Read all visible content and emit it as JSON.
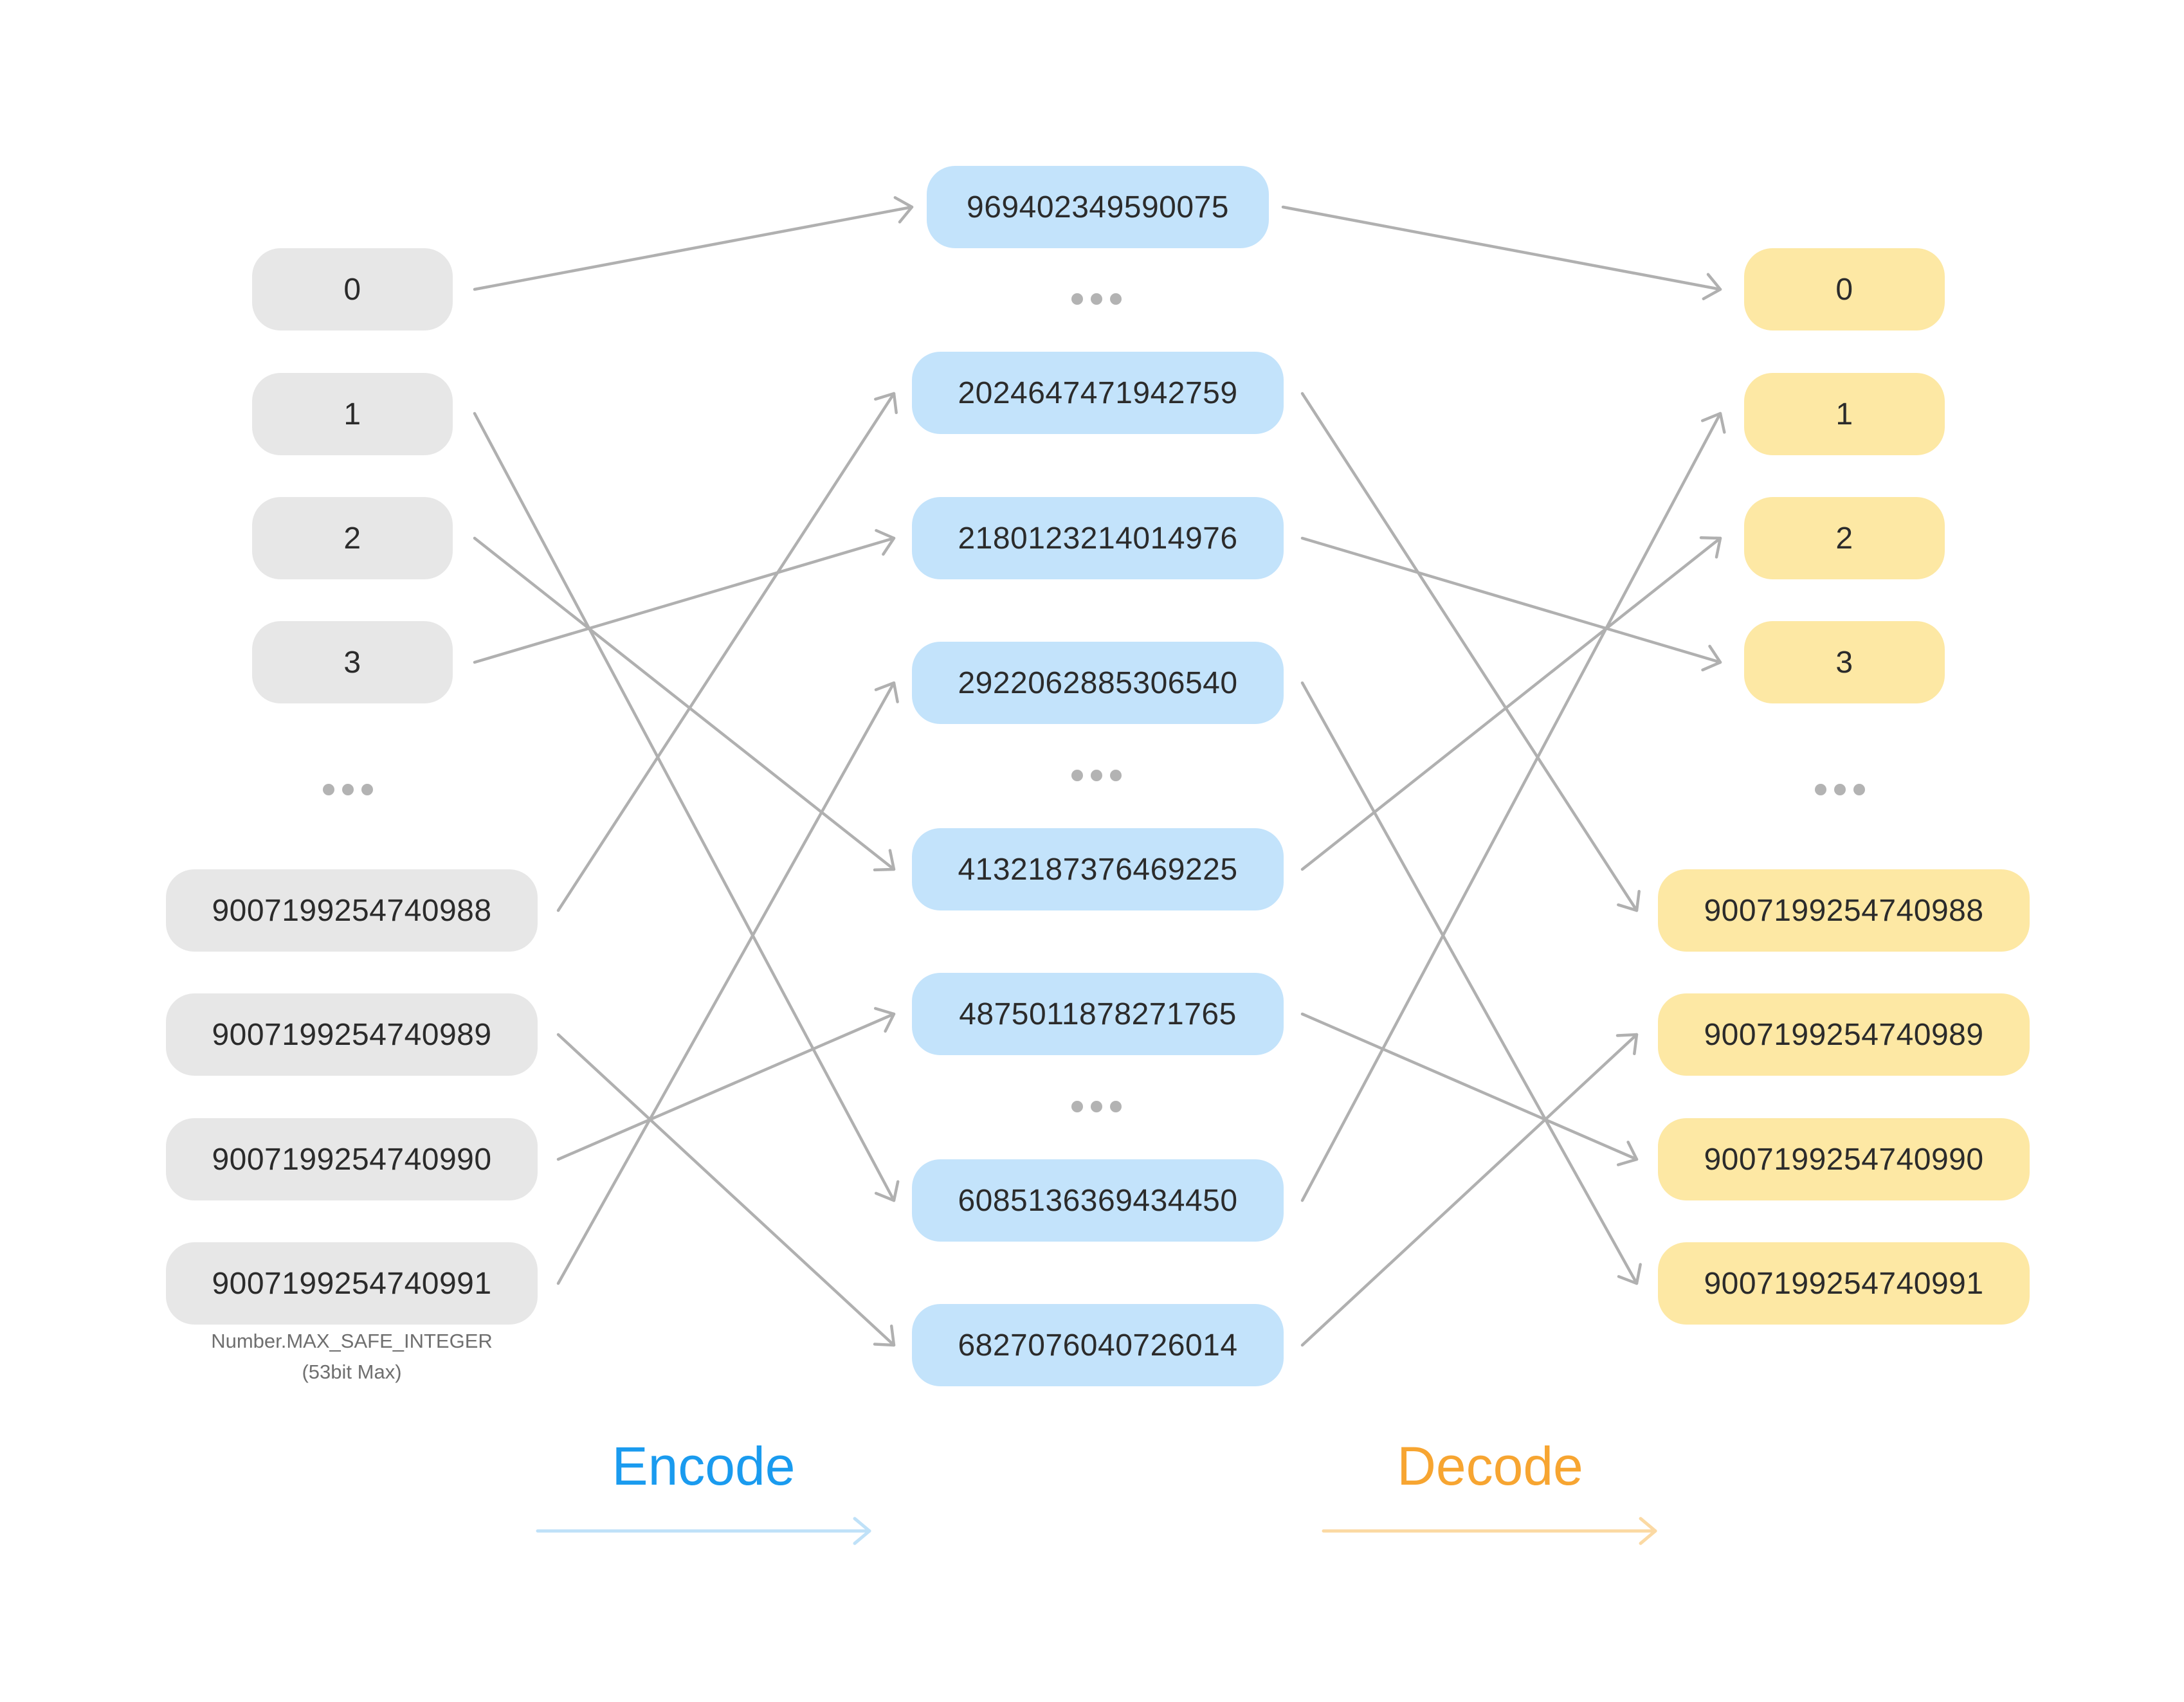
{
  "inputs": [
    "0",
    "1",
    "2",
    "3",
    "9007199254740988",
    "9007199254740989",
    "9007199254740990",
    "9007199254740991"
  ],
  "encoded": [
    "969402349590075",
    "2024647471942759",
    "2180123214014976",
    "2922062885306540",
    "4132187376469225",
    "4875011878271765",
    "6085136369434450",
    "6827076040726014"
  ],
  "outputs": [
    "0",
    "1",
    "2",
    "3",
    "9007199254740988",
    "9007199254740989",
    "9007199254740990",
    "9007199254740991"
  ],
  "max_note": {
    "line1": "Number.MAX_SAFE_INTEGER",
    "line2": "(53bit Max)"
  },
  "encode_mapping": [
    [
      0,
      0
    ],
    [
      1,
      6
    ],
    [
      2,
      4
    ],
    [
      3,
      2
    ],
    [
      4,
      1
    ],
    [
      5,
      7
    ],
    [
      6,
      5
    ],
    [
      7,
      3
    ]
  ],
  "decode_mapping": [
    [
      0,
      0
    ],
    [
      1,
      4
    ],
    [
      2,
      3
    ],
    [
      3,
      7
    ],
    [
      4,
      2
    ],
    [
      5,
      6
    ],
    [
      6,
      1
    ],
    [
      7,
      5
    ]
  ],
  "legend": {
    "encode": "Encode",
    "decode": "Decode"
  },
  "colors": {
    "input_box": "#e7e7e7",
    "encoded_box": "#c3e3fb",
    "output_box": "#fde8a4",
    "link": "#b0b0b0",
    "encode": "#1a9bef",
    "decode": "#f7a531"
  }
}
